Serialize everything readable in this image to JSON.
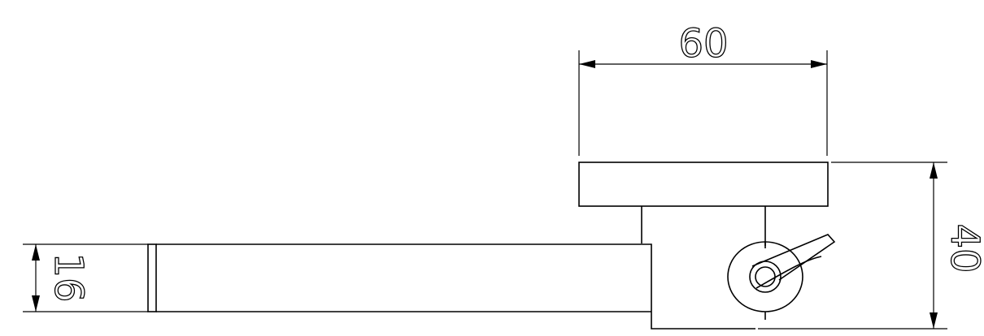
{
  "dimensions": {
    "width_label": "60",
    "height_label": "40",
    "tube_label": "16"
  },
  "colors": {
    "line": "#000000",
    "background": "#ffffff"
  }
}
